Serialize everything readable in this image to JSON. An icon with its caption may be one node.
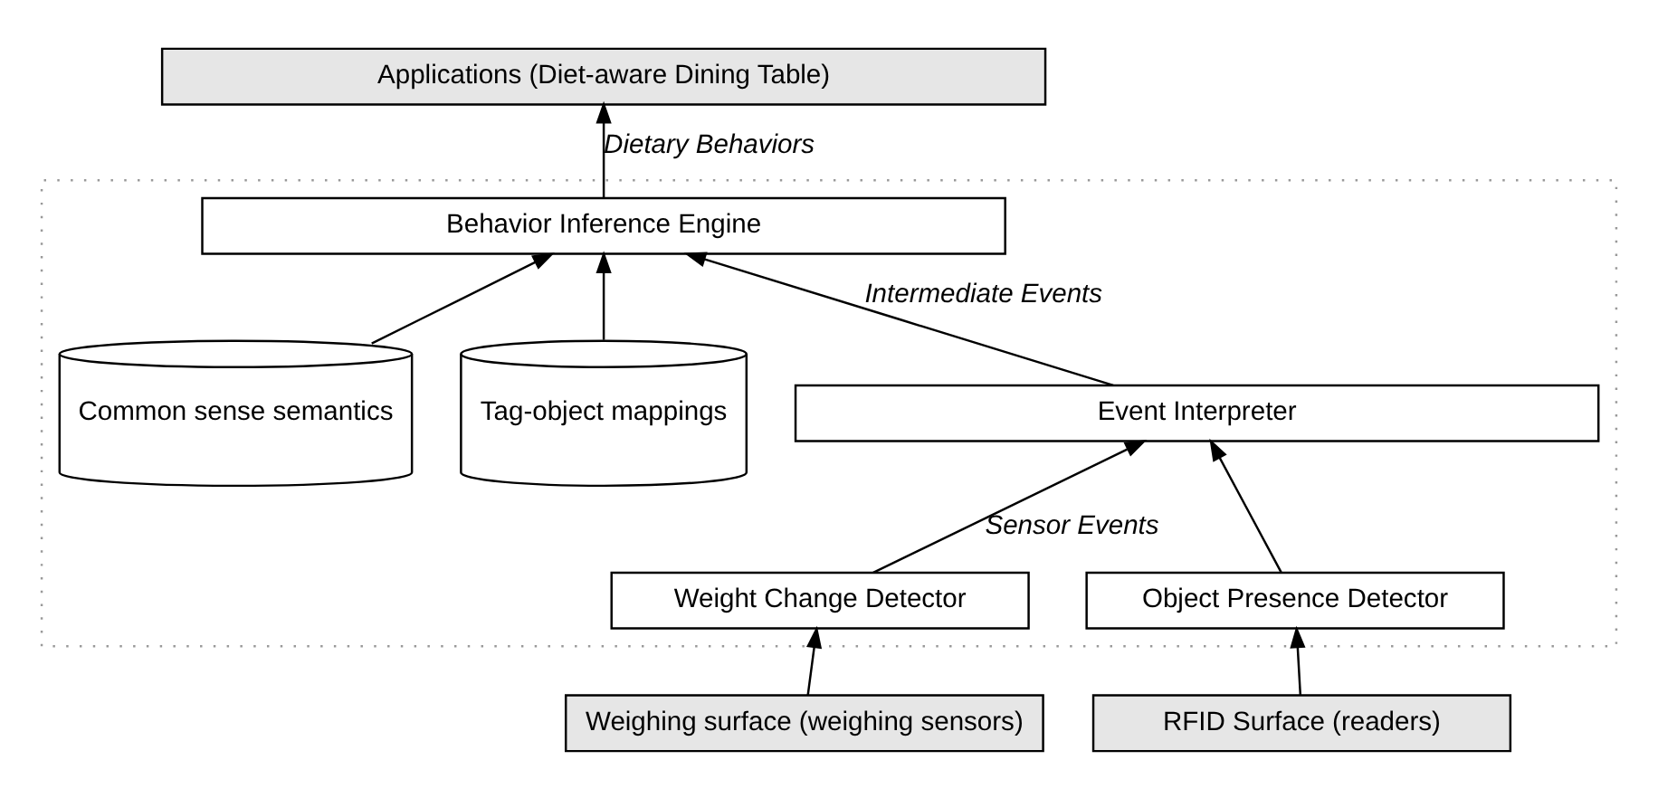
{
  "diagram": {
    "nodes": [
      {
        "text": [
          "Applications (Diet-aware Dining Table)"
        ]
      },
      {
        "text": [],
        "shape": "box"
      },
      {
        "text": [
          "Behavior Inference Engine"
        ],
        "in": 1
      },
      {
        "text": [
          "Event Interpreter"
        ],
        "in": 1
      },
      {
        "text": [
          "Weight Change Detector"
        ],
        "in": 1
      },
      {
        "text": [
          "Object Presence Detector"
        ],
        "in": 1
      },
      {
        "text": [
          "Tag-object mappings"
        ],
        "in": 1
      },
      {
        "text": [
          "Common sense semantics"
        ],
        "in": 1
      },
      {
        "text": [
          "Weighing surface (weighing sensors)"
        ]
      },
      {
        "text": [
          "RFID Surface (readers)"
        ]
      }
    ],
    "edges": [
      {
        "from": 2,
        "to": 0,
        "arrow": "to",
        "label": "Dietary Behaviors"
      },
      {
        "from": 3,
        "to": 2,
        "arrow": "to",
        "label": "Intermediate Events"
      },
      {
        "from": 4,
        "to": 3,
        "arrow": "to",
        "label": "Sensor Events"
      },
      {
        "from": 5,
        "to": 3,
        "arrow": "to"
      },
      {
        "from": 6,
        "to": 2,
        "arrow": "to"
      },
      {
        "from": 7,
        "to": 2,
        "arrow": "to"
      },
      {
        "from": 8,
        "to": 4,
        "arrow": "to"
      },
      {
        "from": 9,
        "to": 5,
        "arrow": "to"
      }
    ]
  }
}
